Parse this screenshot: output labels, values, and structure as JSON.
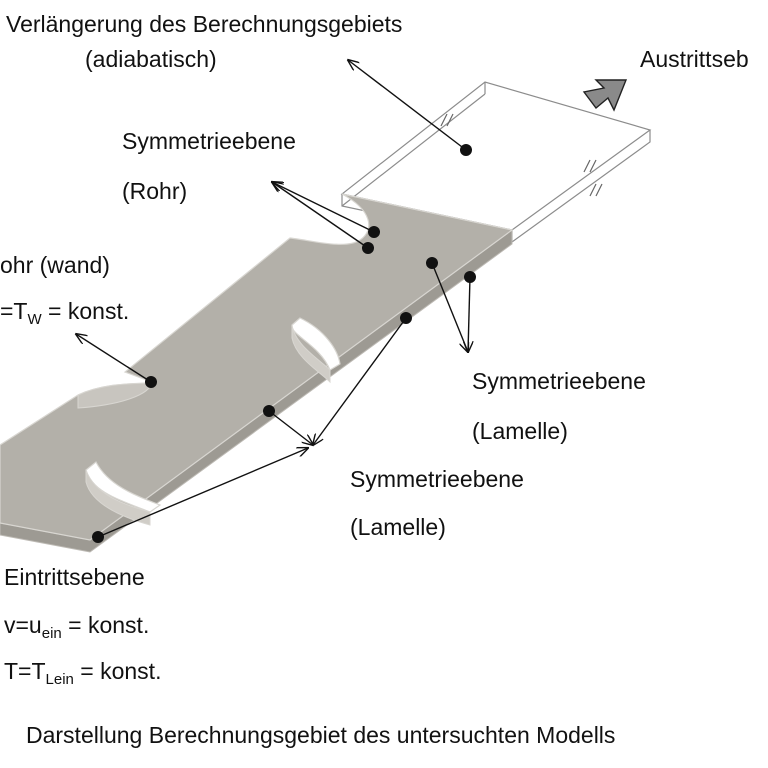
{
  "labels": {
    "extension_line1": "Verlängerung des Berechnungsgebiets",
    "extension_line2": "(adiabatisch)",
    "outlet": "Austrittseb",
    "sym_tube_line1": "Symmetrieebene",
    "sym_tube_line2": "(Rohr)",
    "tube_wall_line1": "ohr (wand)",
    "tube_wall_prefix": "=T",
    "tube_wall_sub": "W",
    "tube_wall_suffix": " = konst.",
    "sym_fin_right_line1": "Symmetrieebene",
    "sym_fin_right_line2": "(Lamelle)",
    "sym_fin_lower_line1": "Symmetrieebene",
    "sym_fin_lower_line2": "(Lamelle)",
    "inlet_line1": "Eintrittsebene",
    "inlet_v_prefix": "v=u",
    "inlet_v_sub": "ein",
    "inlet_v_suffix": " = konst.",
    "inlet_t_prefix": "T=T",
    "inlet_t_sub": "Lein",
    "inlet_t_suffix": " = konst.",
    "caption": "Darstellung Berechnungsgebiet des untersuchten Modells"
  },
  "colors": {
    "domain_fill": "#b3b0a9",
    "domain_side": "#9d9a93",
    "wireframe": "#8c8c8c",
    "arrow": "#111111",
    "outlet_arrow": "#8a8a8a"
  }
}
